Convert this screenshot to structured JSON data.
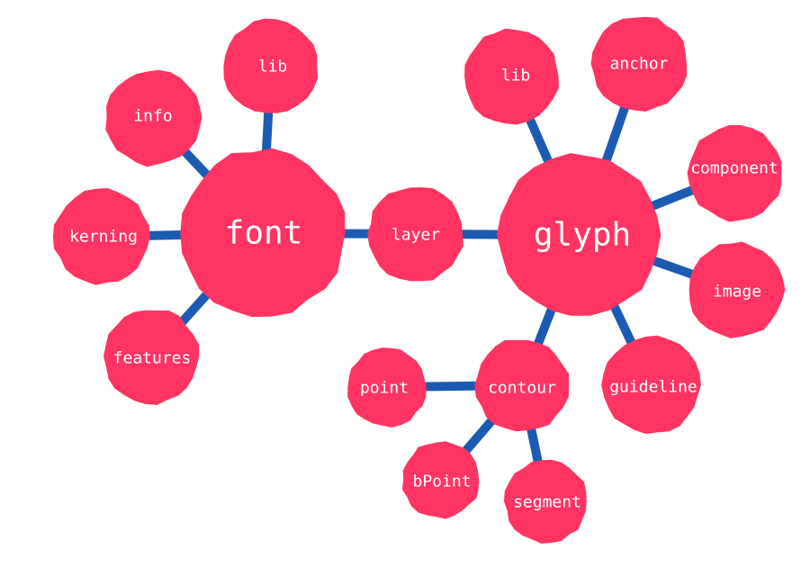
{
  "colors": {
    "node_fill": "#ff3463",
    "edge": "#1c5bb3",
    "label": "#ffffff",
    "background": "#ffffff"
  },
  "diagram": {
    "nodes": {
      "font": "font",
      "glyph": "glyph",
      "layer": "layer",
      "font_lib": "lib",
      "info": "info",
      "kerning": "kerning",
      "features": "features",
      "glyph_lib": "lib",
      "anchor": "anchor",
      "component": "component",
      "image": "image",
      "guideline": "guideline",
      "contour": "contour",
      "point": "point",
      "bpoint": "bPoint",
      "segment": "segment"
    },
    "edges": [
      [
        "font",
        "font_lib"
      ],
      [
        "font",
        "info"
      ],
      [
        "font",
        "kerning"
      ],
      [
        "font",
        "features"
      ],
      [
        "font",
        "layer"
      ],
      [
        "layer",
        "glyph"
      ],
      [
        "glyph",
        "glyph_lib"
      ],
      [
        "glyph",
        "anchor"
      ],
      [
        "glyph",
        "component"
      ],
      [
        "glyph",
        "image"
      ],
      [
        "glyph",
        "guideline"
      ],
      [
        "glyph",
        "contour"
      ],
      [
        "contour",
        "point"
      ],
      [
        "contour",
        "bpoint"
      ],
      [
        "contour",
        "segment"
      ]
    ]
  }
}
